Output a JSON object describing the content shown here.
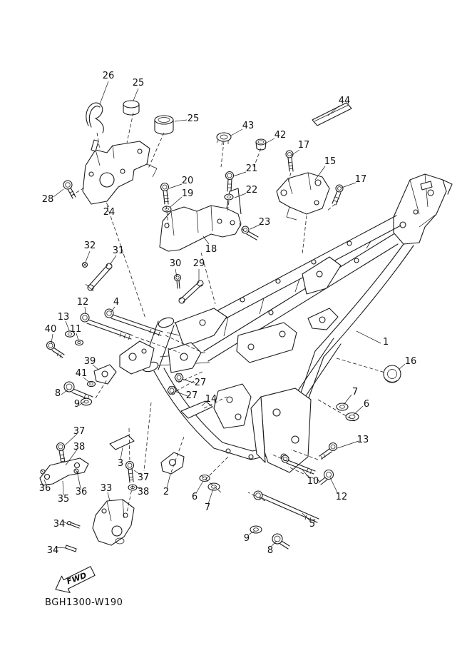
{
  "diagram": {
    "code": "BGH1300-W190",
    "fwd_label": "FWD",
    "line_color": "#1c1c1c",
    "background": "#ffffff"
  },
  "callouts": [
    "26",
    "25",
    "25",
    "44",
    "43",
    "42",
    "17",
    "15",
    "21",
    "17",
    "20",
    "22",
    "19",
    "28",
    "24",
    "23",
    "18",
    "32",
    "31",
    "30",
    "29",
    "12",
    "4",
    "13",
    "11",
    "40",
    "1",
    "39",
    "16",
    "41",
    "27",
    "8",
    "27",
    "14",
    "7",
    "9",
    "6",
    "37",
    "13",
    "38",
    "3",
    "36",
    "35",
    "36",
    "33",
    "37",
    "38",
    "2",
    "10",
    "6",
    "12",
    "7",
    "34",
    "5",
    "9",
    "8",
    "34"
  ]
}
